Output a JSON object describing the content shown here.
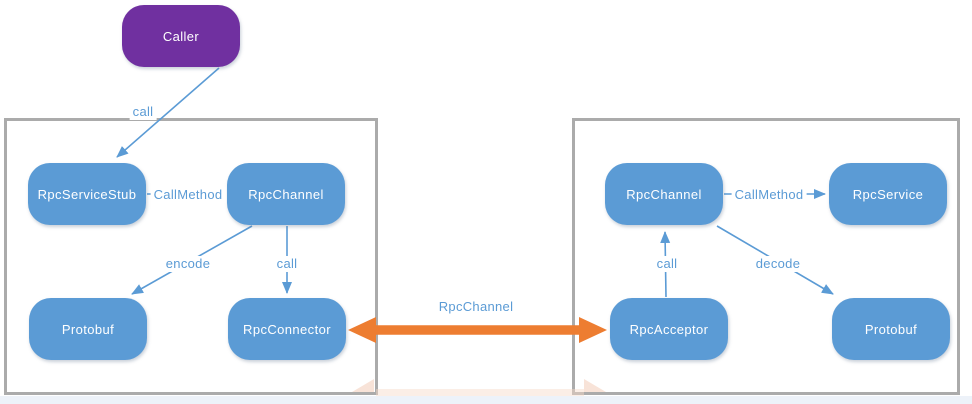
{
  "diagram": {
    "nodes": {
      "caller": "Caller",
      "client": {
        "stub": "RpcServiceStub",
        "channel": "RpcChannel",
        "protobuf": "Protobuf",
        "connector": "RpcConnector"
      },
      "server": {
        "channel": "RpcChannel",
        "service": "RpcService",
        "acceptor": "RpcAcceptor",
        "protobuf": "Protobuf"
      }
    },
    "edges": {
      "caller_call": "call",
      "client_call_method": "CallMethod",
      "encode": "encode",
      "client_call": "call",
      "rpc_channel_link": "RpcChannel",
      "server_call": "call",
      "decode": "decode",
      "server_call_method": "CallMethod"
    },
    "colors": {
      "node_blue": "#5b9bd5",
      "caller_purple": "#7030a0",
      "arrow_blue": "#5b9bd5",
      "link_orange": "#ed7d31",
      "container_border": "#ababab",
      "edge_label_blue": "#5b9bd5"
    }
  }
}
